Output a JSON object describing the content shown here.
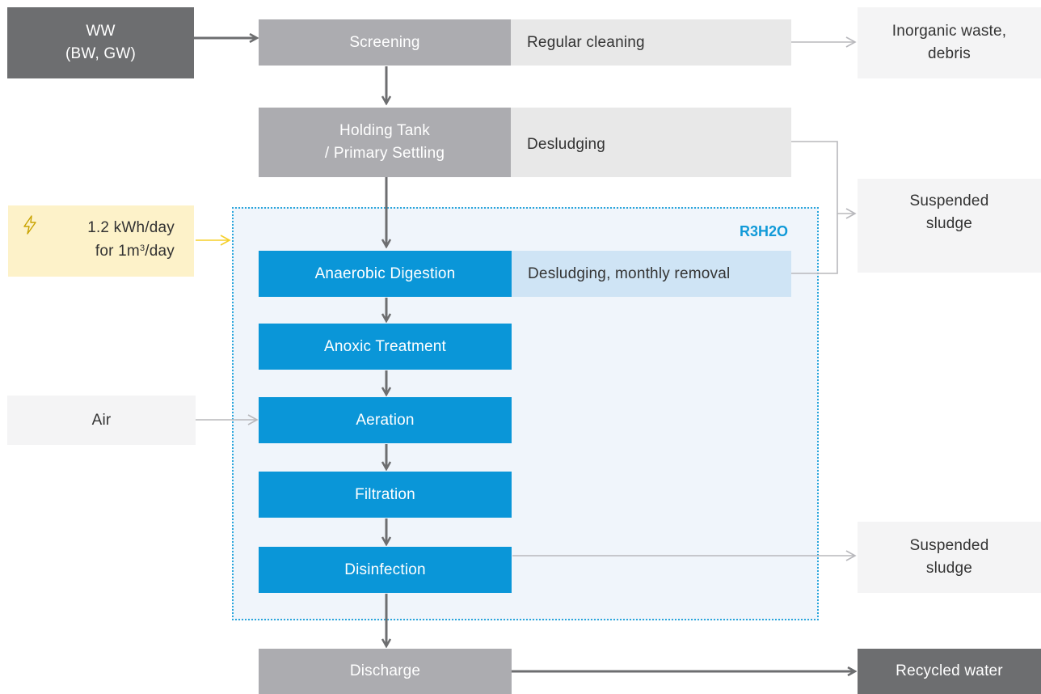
{
  "region_label": "R3H2O",
  "colors": {
    "dark_grey": "#6d6e70",
    "mid_grey": "#acacb0",
    "light_grey": "#e8e8e8",
    "pale_grey": "#f4f4f5",
    "blue": "#0a96d8",
    "light_blue": "#cfe4f5",
    "energy_yellow": "#fdf2c9",
    "arrow_dark": "#6d6e70",
    "arrow_light": "#b8b8bc"
  },
  "inputs": {
    "ww_line1": "WW",
    "ww_line2": "(BW, GW)",
    "energy_line1": "1.2 kWh/day",
    "energy_line2_prefix": "for 1m",
    "energy_line2_sup": "3",
    "energy_line2_suffix": "/day",
    "energy_icon": "lightning-icon",
    "air": "Air"
  },
  "process": {
    "screening": "Screening",
    "holding_line1": "Holding Tank",
    "holding_line2": "/ Primary Settling",
    "anaerobic": "Anaerobic Digestion",
    "anoxic": "Anoxic Treatment",
    "aeration": "Aeration",
    "filtration": "Filtration",
    "disinfection": "Disinfection",
    "discharge": "Discharge"
  },
  "maintenance": {
    "screening": "Regular cleaning",
    "holding": "Desludging",
    "anaerobic": "Desludging, monthly removal"
  },
  "outputs": {
    "inorganic_line1": "Inorganic waste,",
    "inorganic_line2": "debris",
    "sludge1_line1": "Suspended",
    "sludge1_line2": "sludge",
    "sludge2_line1": "Suspended",
    "sludge2_line2": "sludge",
    "recycled": "Recycled water"
  }
}
